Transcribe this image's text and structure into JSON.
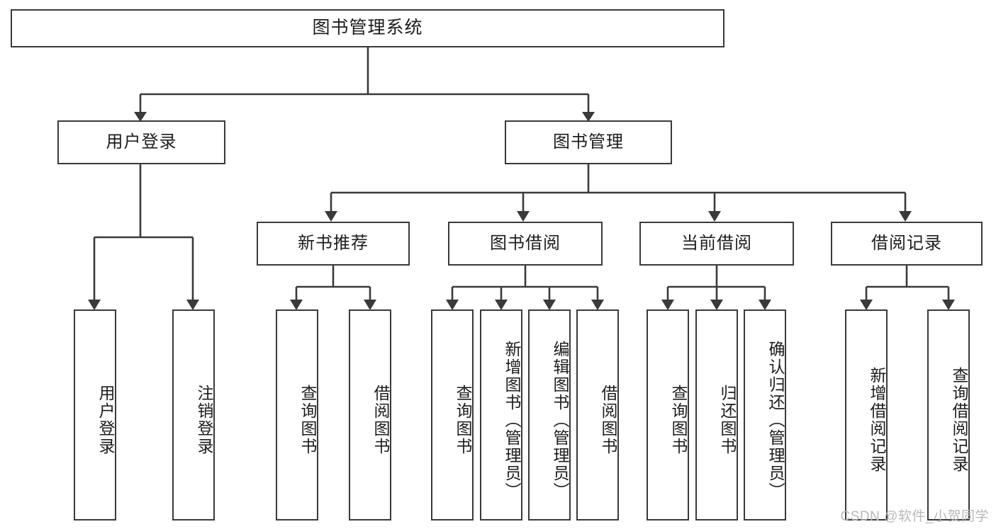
{
  "diagram": {
    "type": "tree-hierarchy",
    "title": "图书管理系统",
    "watermark": "CSDN @软件_小贺同学",
    "colors": {
      "box_border": "#3a3a3a",
      "box_fill": "#ffffff",
      "text": "#1d1d1d",
      "connector": "#3a3a3a",
      "watermark": "#b9b9b9",
      "background": "#ffffff"
    },
    "root": {
      "label": "图书管理系统",
      "orientation": "horizontal"
    },
    "level2": [
      {
        "label": "用户登录",
        "orientation": "horizontal"
      },
      {
        "label": "图书管理",
        "orientation": "horizontal"
      }
    ],
    "level3": [
      {
        "label": "新书推荐",
        "orientation": "horizontal"
      },
      {
        "label": "图书借阅",
        "orientation": "horizontal"
      },
      {
        "label": "当前借阅",
        "orientation": "horizontal"
      },
      {
        "label": "借阅记录",
        "orientation": "horizontal"
      }
    ],
    "leaves": [
      {
        "label": "用户登录",
        "parent": "用户登录",
        "orientation": "vertical"
      },
      {
        "label": "注销登录",
        "parent": "用户登录",
        "orientation": "vertical"
      },
      {
        "label": "查询图书",
        "parent": "新书推荐",
        "orientation": "vertical"
      },
      {
        "label": "借阅图书",
        "parent": "新书推荐",
        "orientation": "vertical"
      },
      {
        "label": "查询图书",
        "parent": "图书借阅",
        "orientation": "vertical"
      },
      {
        "label": "新增图书（管理员）",
        "parent": "图书借阅",
        "orientation": "vertical"
      },
      {
        "label": "编辑图书（管理员）",
        "parent": "图书借阅",
        "orientation": "vertical"
      },
      {
        "label": "借阅图书",
        "parent": "图书借阅",
        "orientation": "vertical"
      },
      {
        "label": "查询图书",
        "parent": "当前借阅",
        "orientation": "vertical"
      },
      {
        "label": "归还图书",
        "parent": "当前借阅",
        "orientation": "vertical"
      },
      {
        "label": "确认归还（管理员）",
        "parent": "当前借阅",
        "orientation": "vertical"
      },
      {
        "label": "新增借阅记录",
        "parent": "借阅记录",
        "orientation": "vertical"
      },
      {
        "label": "查询借阅记录",
        "parent": "借阅记录",
        "orientation": "vertical"
      }
    ]
  }
}
